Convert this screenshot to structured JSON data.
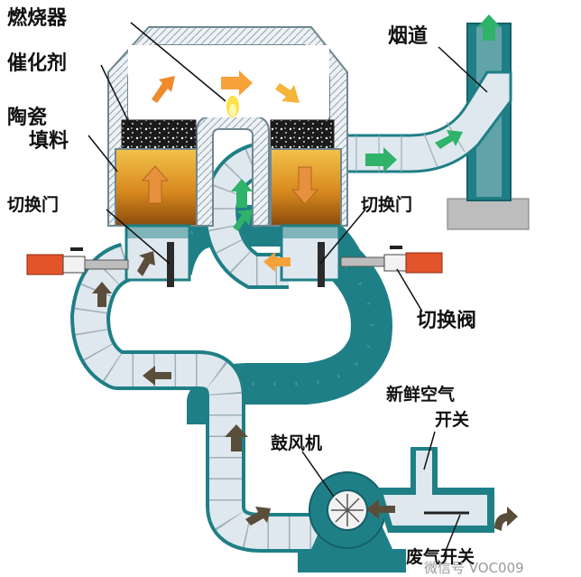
{
  "labels": {
    "burner": "燃烧器",
    "catalyst": "催化剂",
    "ceramic_1": "陶瓷",
    "ceramic_2": "填料",
    "switch_door_left": "切换门",
    "switch_door_right": "切换门",
    "chimney": "烟道",
    "switch_valve": "切换阀",
    "fresh_air_1": "新鲜空气",
    "fresh_air_2": "开关",
    "blower": "鼓风机",
    "exhaust_switch": "废气开关"
  },
  "watermark": "微信号 VOC009",
  "colors": {
    "teal": "#1f7f86",
    "teal_dark": "#14606a",
    "duct_light": "#dfe8ee",
    "bed_top": "#f0b53a",
    "bed_bottom": "#a0560e",
    "arrow_orange": "#f08a2a",
    "arrow_green": "#2fb36a",
    "arrow_brown": "#5a4e3a"
  }
}
